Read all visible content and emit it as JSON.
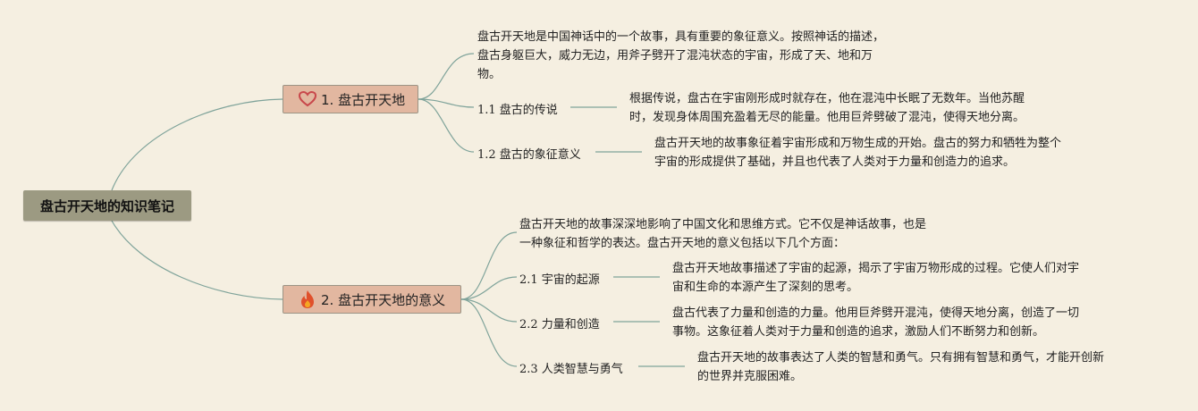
{
  "root": {
    "title": "盘古开天地的知识笔记"
  },
  "branches": [
    {
      "label": "1. 盘古开天地",
      "icon": "heart-icon",
      "description": [
        "盘古开天地是中国神话中的一个故事，具有重要的象征意义。按照神话的描述，",
        "盘古身躯巨大，威力无边，用斧子劈开了混沌状态的宇宙，形成了天、地和万",
        "物。"
      ],
      "children": [
        {
          "label": "1.1 盘古的传说",
          "text": [
            "根据传说，盘古在宇宙刚形成时就存在，他在混沌中长眠了无数年。当他苏醒",
            "时，发现身体周围充盈着无尽的能量。他用巨斧劈破了混沌，使得天地分离。"
          ]
        },
        {
          "label": "1.2 盘古的象征意义",
          "text": [
            "盘古开天地的故事象征着宇宙形成和万物生成的开始。盘古的努力和牺牲为整个",
            "宇宙的形成提供了基础，并且也代表了人类对于力量和创造力的追求。"
          ]
        }
      ]
    },
    {
      "label": "2. 盘古开天地的意义",
      "icon": "fire-icon",
      "description": [
        "盘古开天地的故事深深地影响了中国文化和思维方式。它不仅是神话故事，也是",
        "一种象征和哲学的表达。盘古开天地的意义包括以下几个方面："
      ],
      "children": [
        {
          "label": "2.1 宇宙的起源",
          "text": [
            "盘古开天地故事描述了宇宙的起源，揭示了宇宙万物形成的过程。它使人们对宇",
            "宙和生命的本源产生了深刻的思考。"
          ]
        },
        {
          "label": "2.2 力量和创造",
          "text": [
            "盘古代表了力量和创造的力量。他用巨斧劈开混沌，使得天地分离，创造了一切",
            "事物。这象征着人类对于力量和创造的追求，激励人们不断努力和创新。"
          ]
        },
        {
          "label": "2.3 人类智慧与勇气",
          "text": [
            "盘古开天地的故事表达了人类的智慧和勇气。只有拥有智慧和勇气，才能开创新",
            "的世界并克服困难。"
          ]
        }
      ]
    }
  ],
  "colors": {
    "background": "#f5efe1",
    "root": "#9c9a82",
    "branch": "#e2b7a0",
    "connector": "#7fa39a",
    "heart": "#c8474b",
    "fire": "#e0502b"
  }
}
